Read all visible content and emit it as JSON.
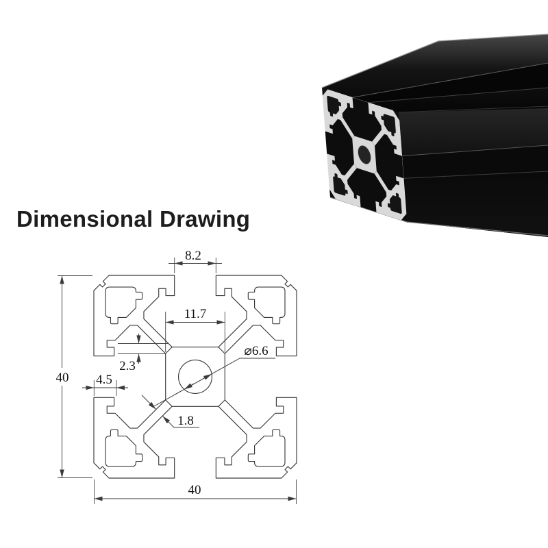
{
  "title": "Dimensional Drawing",
  "drawing": {
    "dimensions": {
      "slot_opening": "8.2",
      "core_width": "11.7",
      "lip_step": "2.3",
      "slot_depth": "4.5",
      "web_thickness": "1.8",
      "center_hole_dia": "⌀6.6",
      "overall_height": "40",
      "overall_width": "40"
    }
  },
  "colors": {
    "background": "#ffffff",
    "drawing_line": "#3a3a3a",
    "dimension_text": "#141414",
    "extrusion_black": "#0a0a0a",
    "aluminum_face": "#d9d9d9"
  }
}
